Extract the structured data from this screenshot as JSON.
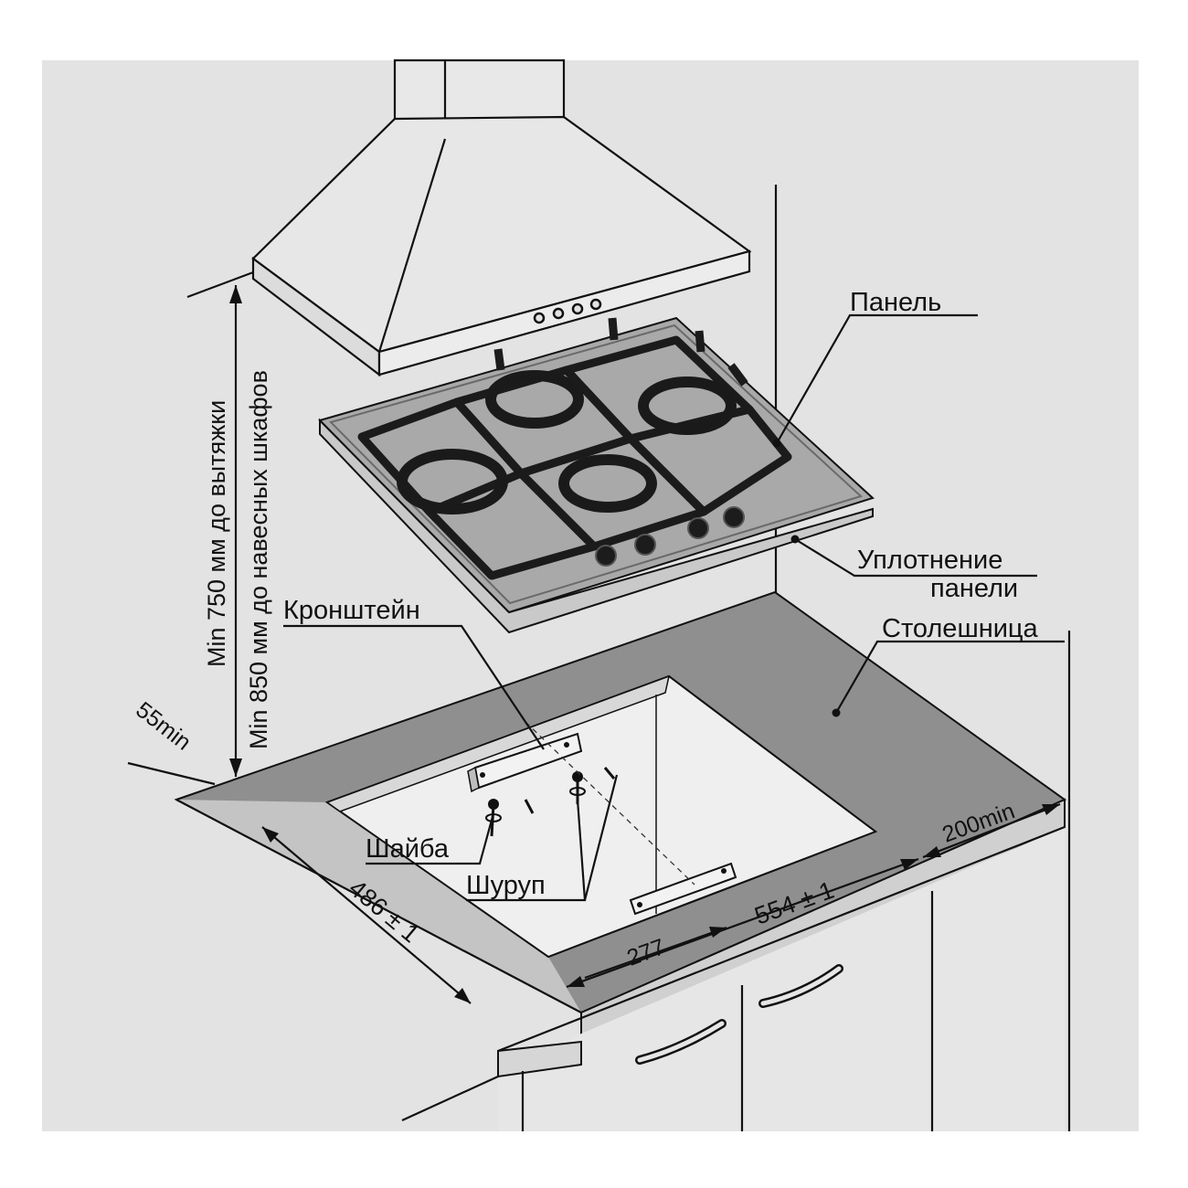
{
  "labels": {
    "hood_distance": "Min 750 мм до вытяжки",
    "cabinet_distance": "Min 850 мм до навесных шкафов",
    "panel": "Панель",
    "seal_line1": "Уплотнение",
    "seal_line2": "панели",
    "countertop": "Столешница",
    "bracket": "Кронштейн",
    "washer": "Шайба",
    "screw": "Шуруп",
    "front_min": "55min",
    "back_min": "200min",
    "depth": "486 ± 1",
    "width": "554 ± 1",
    "half_width": "277"
  },
  "colors": {
    "background_panel": "#e3e3e3",
    "countertop_top": "#8f8f8f",
    "cutout_inside": "#efefef",
    "hob_glass": "#a9a9a9",
    "line": "#111111"
  },
  "icons": {
    "hood": "cooker-hood-icon",
    "hob": "gas-hob-icon",
    "bracket": "mounting-bracket-icon",
    "screw": "screw-icon",
    "washer": "washer-icon"
  }
}
